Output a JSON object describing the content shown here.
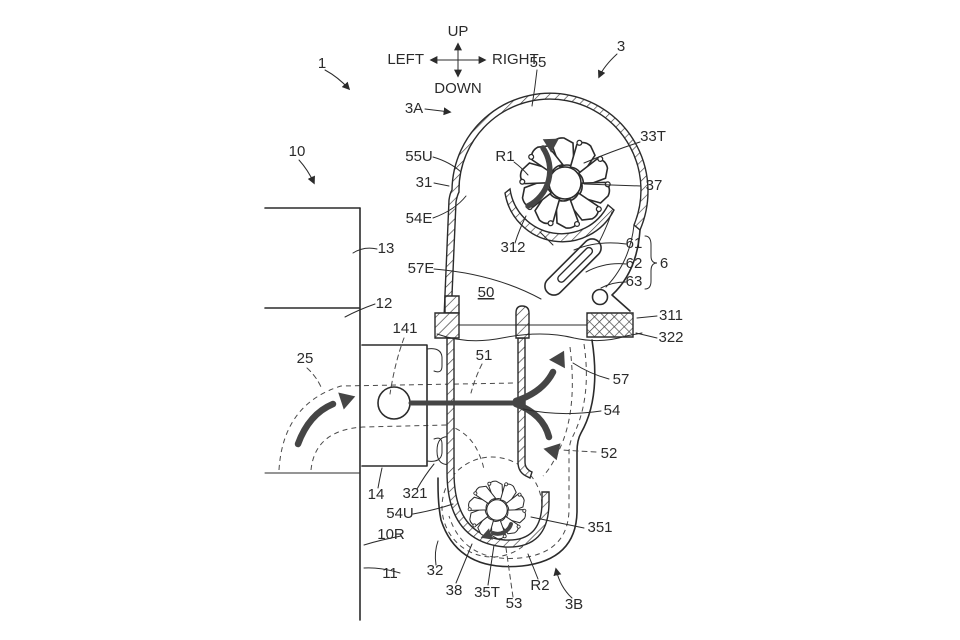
{
  "figure": {
    "compass": {
      "up": "UP",
      "down": "DOWN",
      "left": "LEFT",
      "right": "RIGHT"
    },
    "labels": {
      "n1": "1",
      "n3": "3",
      "n3A": "3A",
      "n3B": "3B",
      "n6": "6",
      "n61": "61",
      "n62": "62",
      "n63": "63",
      "n10": "10",
      "n10R": "10R",
      "n11": "11",
      "n12": "12",
      "n13": "13",
      "n14": "14",
      "n141": "141",
      "n25": "25",
      "n31": "31",
      "n32": "32",
      "n33T": "33T",
      "n35T": "35T",
      "n37": "37",
      "n38": "38",
      "n50": "50",
      "n51": "51",
      "n52": "52",
      "n53": "53",
      "n54": "54",
      "n54E": "54E",
      "n54U": "54U",
      "n55": "55",
      "n55U": "55U",
      "n57": "57",
      "n57E": "57E",
      "n311": "311",
      "n312": "312",
      "n321": "321",
      "n322": "322",
      "n351": "351",
      "nR1": "R1",
      "nR2": "R2"
    },
    "colors": {
      "ink": "#2b2b2b",
      "flow_arrow": "#454545",
      "background": "#ffffff"
    }
  }
}
